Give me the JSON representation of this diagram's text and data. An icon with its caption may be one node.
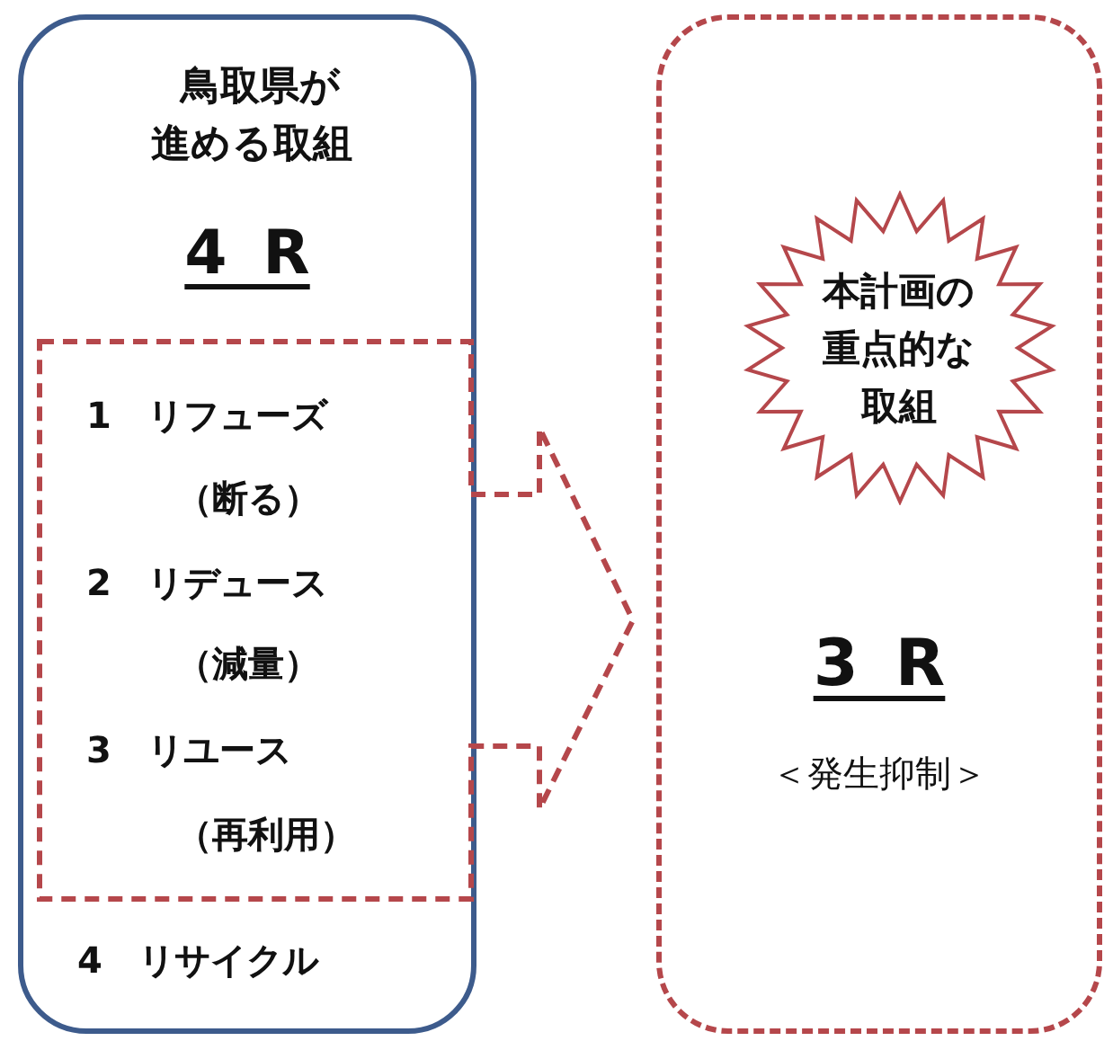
{
  "diagram": {
    "nodes": [
      {
        "text": [
          "鳥取県が進める取組",
          "4 R",
          "4　リサイクル"
        ]
      },
      {
        "text": [
          "1　リフューズ",
          "（断る）",
          "2　リデュース",
          "（減量）",
          "3　リユース",
          "（再利用）"
        ]
      },
      {
        "text": [
          "3 R",
          "＜発生抑制＞"
        ]
      },
      {
        "text": [
          "本計画の重点的な取組"
        ],
        "in": 2
      }
    ]
  }
}
